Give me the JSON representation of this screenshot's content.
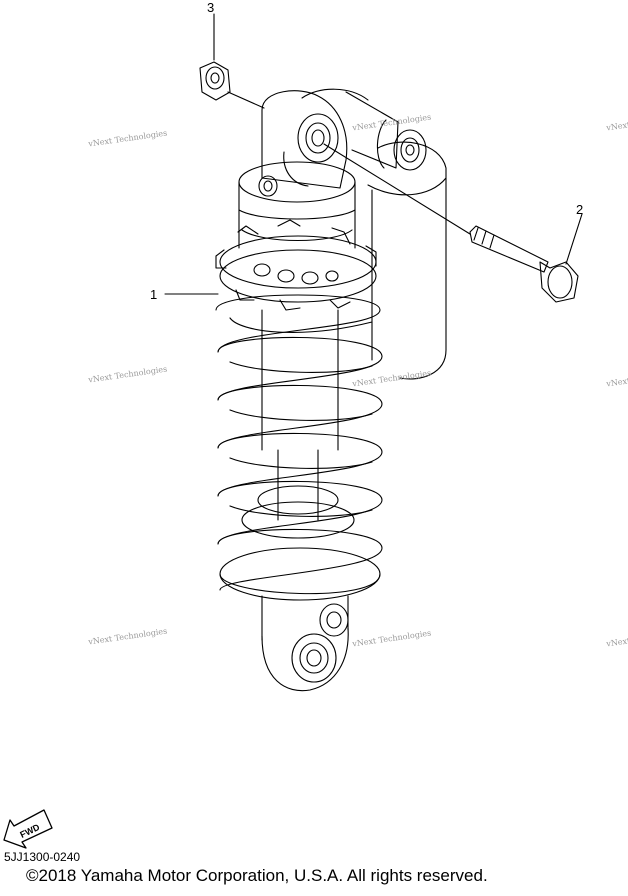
{
  "diagram": {
    "callouts": [
      {
        "id": "3",
        "label": "3"
      },
      {
        "id": "2",
        "label": "2"
      },
      {
        "id": "1",
        "label": "1"
      }
    ],
    "watermark": "vNext Technologies",
    "fwd_label": "FWD",
    "code": "5JJ1300-0240",
    "copyright": "©2018 Yamaha Motor Corporation, U.S.A. All rights reserved."
  },
  "colors": {
    "line": "#000000",
    "watermark": "#9a9a9a",
    "background": "#ffffff"
  }
}
